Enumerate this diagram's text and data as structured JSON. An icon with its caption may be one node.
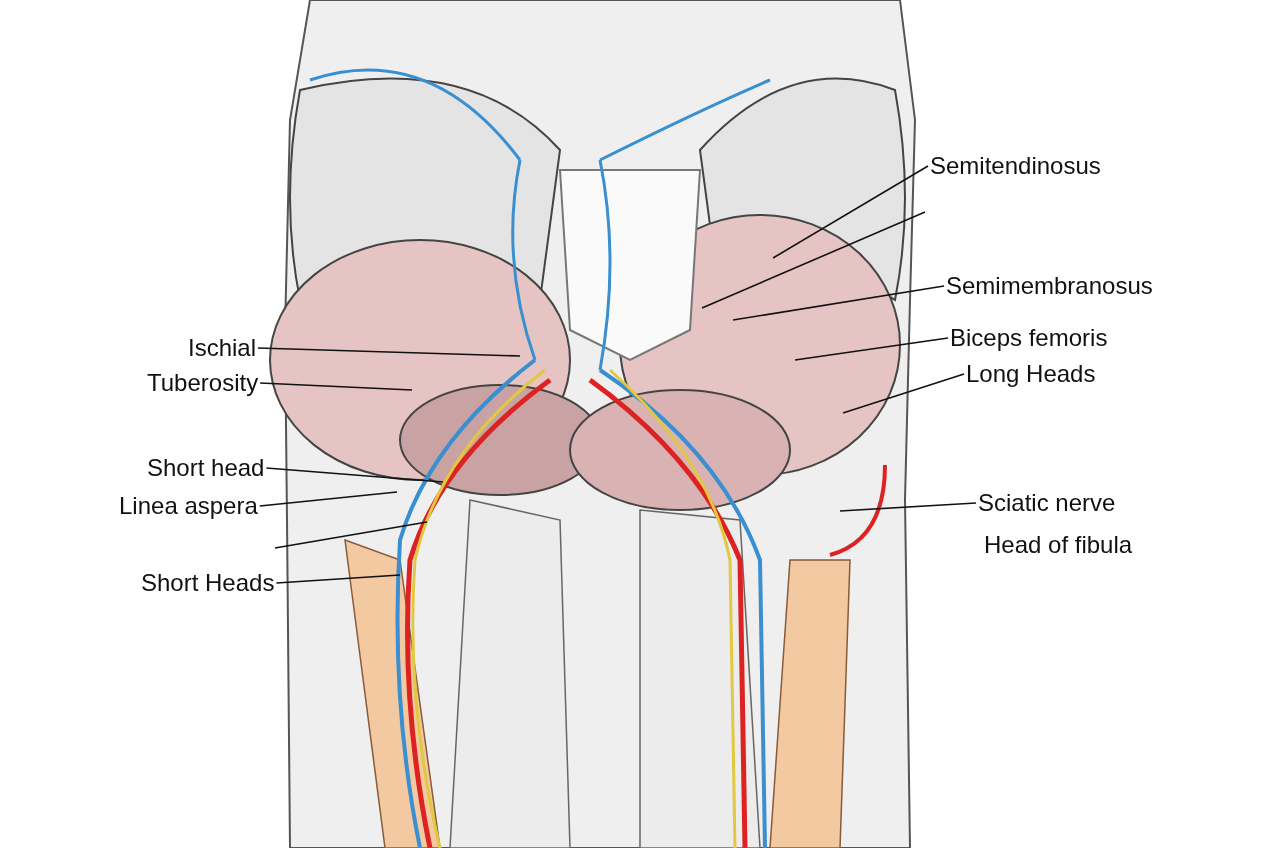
{
  "diagram": {
    "nodes": [
      {
        "text": [
          "Ischial"
        ]
      },
      {
        "text": [
          "Tuberosity"
        ]
      },
      {
        "text": [
          "Short head"
        ]
      },
      {
        "text": [
          "Linea aspera"
        ]
      },
      {
        "text": [
          "Short Heads"
        ]
      },
      {
        "text": [
          "Semitendinosus"
        ]
      },
      {
        "text": [
          "Semimembranosus"
        ]
      },
      {
        "text": [
          "Biceps femoris"
        ]
      },
      {
        "text": [
          "Long Heads"
        ]
      },
      {
        "text": [
          "Sciatic nerve"
        ]
      }
    ],
    "edges": [
      {
        "from": 0,
        "to": null,
        "arrow": "none"
      },
      {
        "from": 1,
        "to": null,
        "arrow": "none"
      },
      {
        "from": 2,
        "to": null,
        "arrow": "none"
      },
      {
        "from": 3,
        "to": null,
        "arrow": "none"
      },
      {
        "from": 4,
        "to": null,
        "arrow": "none"
      },
      {
        "from": 5,
        "to": null,
        "arrow": "none"
      },
      {
        "from": 6,
        "to": null,
        "arrow": "none"
      },
      {
        "from": 7,
        "to": null,
        "arrow": "none"
      },
      {
        "from": 8,
        "to": null,
        "arrow": "none"
      },
      {
        "from": 9,
        "to": null,
        "arrow": "none"
      }
    ],
    "labels": [
      "Head of fibula"
    ]
  }
}
